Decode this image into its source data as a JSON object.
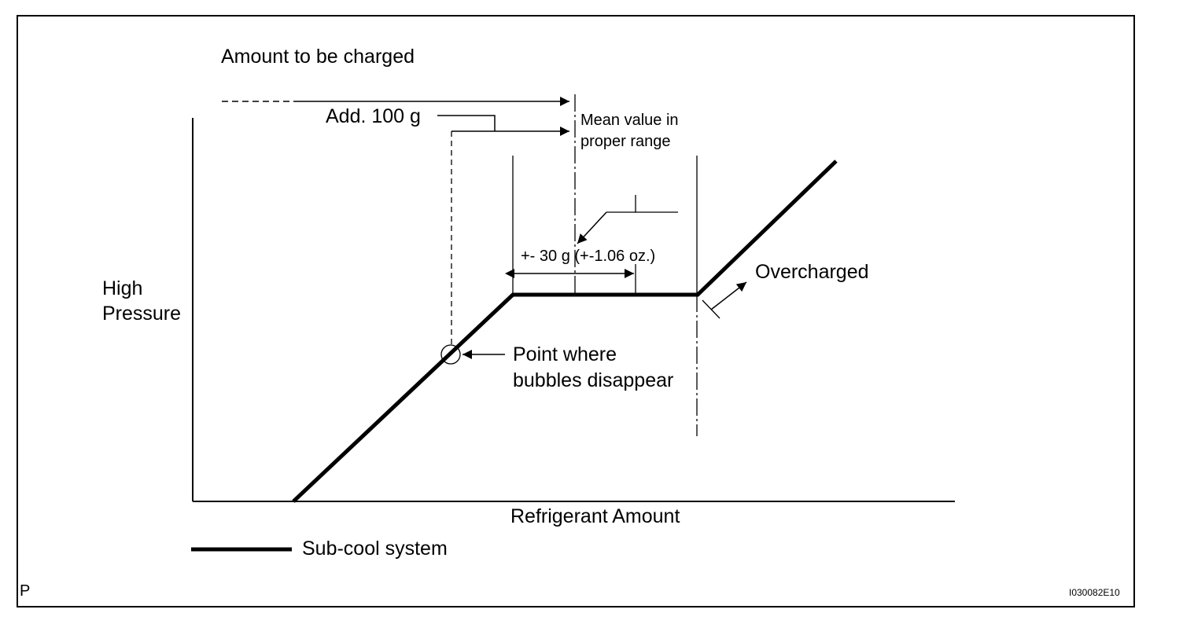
{
  "diagram": {
    "title": "Amount to be charged",
    "add_label": "Add. 100 g",
    "mean_label_line1": "Mean value in",
    "mean_label_line2": "proper range",
    "tolerance_label": "+- 30 g (+-1.06 oz.)",
    "overcharged_label": "Overcharged",
    "y_label_line1": "High",
    "y_label_line2": "Pressure",
    "bubbles_label_line1": "Point where",
    "bubbles_label_line2": "bubbles disappear",
    "x_label": "Refrigerant Amount",
    "legend_label": "Sub-cool system",
    "corner_letter": "P",
    "figure_code": "I030082E10"
  },
  "colors": {
    "ink": "#000000",
    "background": "#ffffff"
  }
}
